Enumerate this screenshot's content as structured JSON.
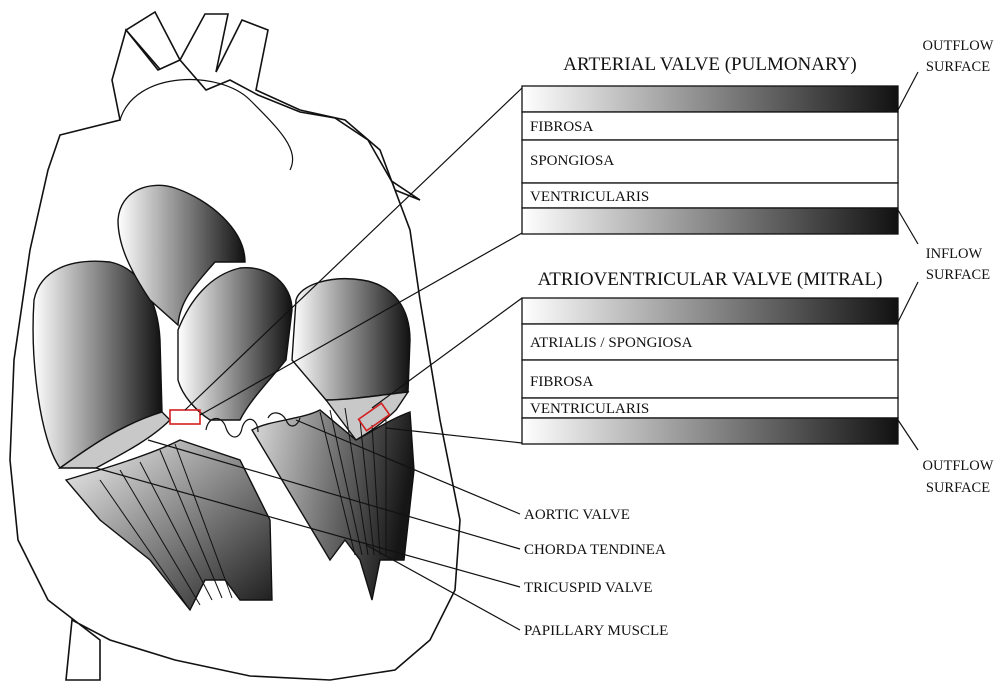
{
  "pulmonary_section": {
    "title": "ARTERIAL VALVE (PULMONARY)",
    "layers": [
      "FIBROSA",
      "SPONGIOSA",
      "VENTRICULARIS"
    ]
  },
  "mitral_section": {
    "title": "ATRIOVENTRICULAR VALVE (MITRAL)",
    "layers": [
      "ATRIALIS / SPONGIOSA",
      "FIBROSA",
      "VENTRICULARIS"
    ]
  },
  "surface_labels": {
    "outflow_top": [
      "OUTFLOW",
      "SURFACE"
    ],
    "inflow": [
      "INFLOW",
      "SURFACE"
    ],
    "outflow_bottom": [
      "OUTFLOW",
      "SURFACE"
    ]
  },
  "parts": [
    "AORTIC VALVE",
    "CHORDA TENDINEA",
    "TRICUSPID VALVE",
    "PAPILLARY MUSCLE"
  ],
  "colors": {
    "gradient_dark": "#111111",
    "gradient_light": "#ffffff",
    "leaflet_fill": "#c8c8c8",
    "highlight_box": "#d42020"
  }
}
